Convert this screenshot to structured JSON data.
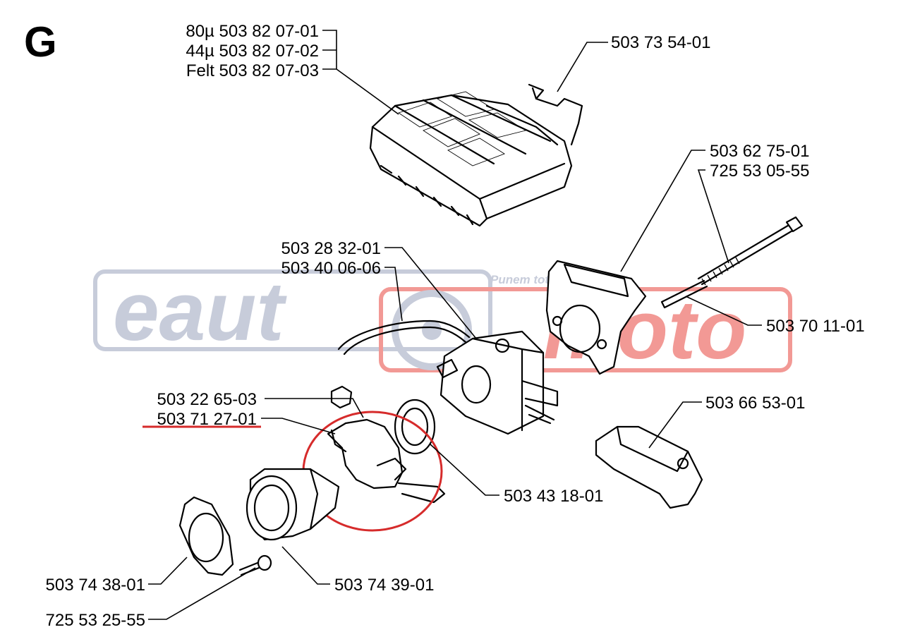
{
  "section_letter": "G",
  "labels": {
    "filter_80": "80µ 503 82 07-01",
    "filter_44": "44µ 503 82 07-02",
    "filter_felt": "Felt 503 82 07-03",
    "spring_clip": "503 73 54-01",
    "gasket_top": "503 62 75-01",
    "screw_long": "725 53 05-55",
    "fuel_hose": "503 28 32-01",
    "impulse_hose": "503 40 06-06",
    "pin": "503 70 11-01",
    "nut": "503 22 65-03",
    "clamp": "503 71 27-01",
    "rubber_ring": "503 43 18-01",
    "choke_part": "503 66 53-01",
    "flange_gasket": "503 74 38-01",
    "intake_boot": "503 74 39-01",
    "screw_short": "725 53 25-55"
  },
  "watermark": {
    "left_word": "eaut",
    "right_word": "moto",
    "tagline": "Punem totul în miscare"
  },
  "colors": {
    "highlight": "#d62b2b",
    "watermark_grey": "#9aa3bd",
    "watermark_red": "#e8473f"
  }
}
